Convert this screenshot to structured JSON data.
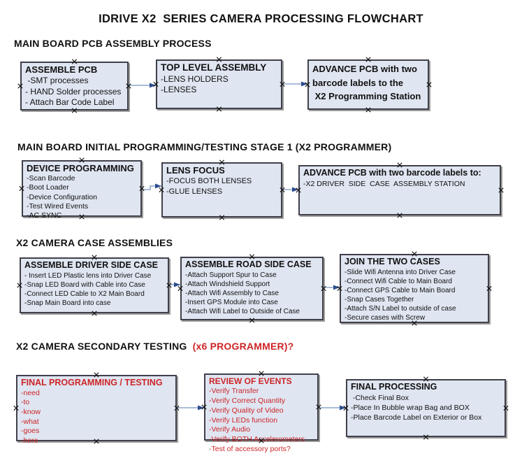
{
  "page_title": "IDRIVE X2  SERIES CAMERA PROCESSING FLOWCHART",
  "colors": {
    "red_accent": "#cc2527",
    "box_fill": "#dfe5f1",
    "box_border": "#40404a",
    "connector_line": "#8ea6ca",
    "arrowhead": "#2d4d8f",
    "background": "#ffffff",
    "text": "#111111"
  },
  "sections": [
    {
      "heading": "MAIN BOARD PCB ASSEMBLY PROCESS"
    },
    {
      "heading": "MAIN BOARD INITIAL PROGRAMMING/TESTING STAGE 1 (X2 PROGRAMMER)"
    },
    {
      "heading": "X2 CAMERA CASE ASSEMBLIES"
    },
    {
      "heading": "X2 CAMERA SECONDARY TESTING",
      "heading_red": "  (x6 PROGRAMMER)?"
    }
  ],
  "boxes": {
    "r1b1": {
      "title": "ASSEMBLE PCB",
      "items": [
        " -SMT processes",
        "- HAND Solder processes",
        "- Attach Bar Code Label"
      ]
    },
    "r1b2": {
      "title": "TOP LEVEL ASSEMBLY",
      "items": [
        "-LENS HOLDERS",
        "-LENSES"
      ]
    },
    "r1b3": {
      "title": "ADVANCE PCB with two\nbarcode labels to the\n X2 Programming Station",
      "items": []
    },
    "r2b1": {
      "title": "DEVICE PROGRAMMING",
      "items": [
        "-Scan Barcode",
        "-Boot Loader",
        "-Device Configuration",
        "-Test Wired Events",
        "-AC SYNC"
      ]
    },
    "r2b2": {
      "title": "LENS FOCUS",
      "items": [
        "-FOCUS BOTH LENSES",
        "-GLUE LENSES"
      ]
    },
    "r2b3": {
      "title": "ADVANCE PCB with two barcode labels to:",
      "items": [
        "-X2 DRIVER  SIDE  CASE  ASSEMBLY STATION"
      ]
    },
    "r3b1": {
      "title": "ASSEMBLE DRIVER SIDE CASE",
      "items": [
        "- Insert LED Plastic lens into Driver Case",
        "-Snap LED Board with Cable into Case",
        "-Connect LED Cable to X2 Main Board",
        "-Snap Main Board into case"
      ]
    },
    "r3b2": {
      "title": "ASSEMBLE ROAD SIDE CASE",
      "items": [
        "-Attach Support Spur to Case",
        "-Attach Windshield Support",
        "-Attach Wifi Assembly to Case",
        "-Insert GPS Module into Case",
        "-Attach Wifi Label to Outside of Case"
      ]
    },
    "r3b3": {
      "title": "JOIN THE TWO CASES",
      "items": [
        "-Slide Wifi Antenna into Driver Case",
        "-Connect Wifi Cable to Main Board",
        "-Connect GPS Cable to Main Board",
        "-Snap Cases Together",
        "-Attach S/N Label to outside of case",
        "-Secure cases with Screw"
      ]
    },
    "r4b1": {
      "title": "FINAL PROGRAMMING / TESTING",
      "items": [
        "-need",
        "-to",
        "-know",
        "-what",
        "-goes",
        "-here"
      ]
    },
    "r4b2": {
      "title": "REVIEW OF EVENTS",
      "items": [
        "-Verify Transfer",
        "-Verify Correct Quantity",
        "-Verify Quality of Video",
        "-Verify LEDs function",
        "-Verify Audio",
        "-Verify BOTH Accelerometers",
        "-Test of accessory ports?"
      ]
    },
    "r4b3": {
      "title": "FINAL PROCESSING",
      "items": [
        " -Check Final Box",
        "-Place In Bubble wrap Bag and BOX",
        "-Place Barcode Label on Exterior or Box"
      ]
    }
  }
}
